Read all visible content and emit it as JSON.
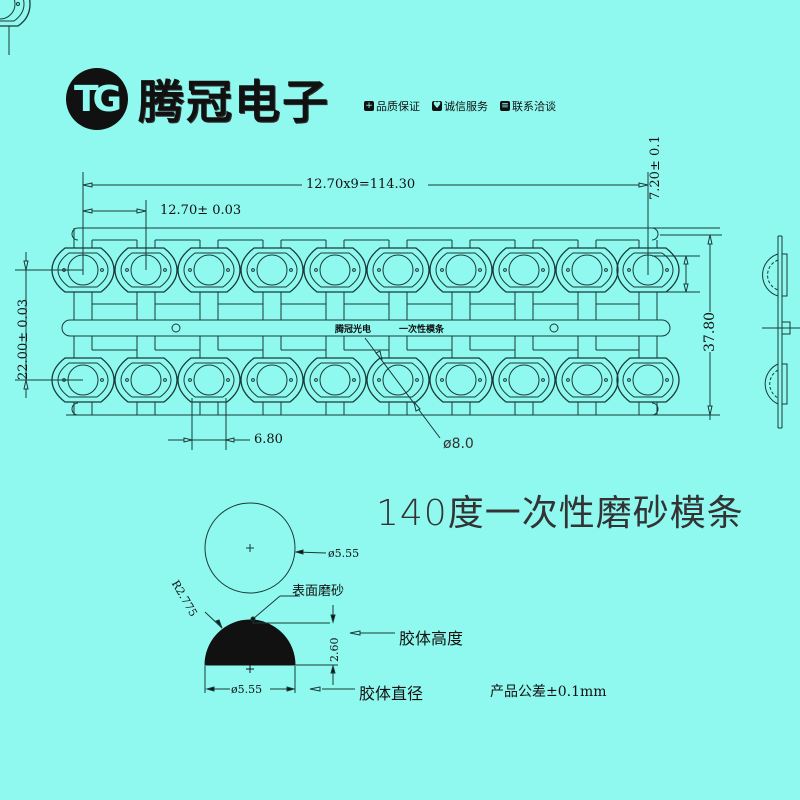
{
  "header": {
    "logo_mark": "TG",
    "company_name": "腾冠电子",
    "badges": [
      {
        "icon": "plus-icon",
        "glyph": "+",
        "label": "品质保证"
      },
      {
        "icon": "heart-icon",
        "glyph": "♥",
        "label": "诚信服务"
      },
      {
        "icon": "document-icon",
        "glyph": "≡",
        "label": "联系洽谈"
      }
    ]
  },
  "drawing": {
    "dim_total_pitch": "12.70x9=114.30",
    "dim_pitch": "12.70± 0.03",
    "dim_top_offset": "7.20± 0.1",
    "dim_row_spacing": "22.00± 0.03",
    "dim_total_height": "37.80",
    "dim_gap": "6.80",
    "dim_lens_diameter": "ø8.0",
    "strip_label_left": "腾冠光电",
    "strip_label_right": "一次性模条",
    "lenses_per_row": 10,
    "rows": 2
  },
  "title": "140度一次性磨砂模条",
  "lens_detail": {
    "top_view_diameter": "ø5.55",
    "radius": "R2.775",
    "surface_label": "表面磨砂",
    "height_value": "2.60",
    "height_label": "胶体高度",
    "base_diameter": "ø5.55",
    "diameter_label": "胶体直径",
    "tolerance": "产品公差±0.1mm"
  }
}
